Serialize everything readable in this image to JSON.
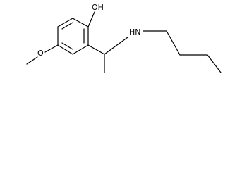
{
  "molecule": {
    "atoms": {
      "hydroxyl": "OH",
      "amine": "HN",
      "methoxy_oxygen": "O"
    }
  }
}
